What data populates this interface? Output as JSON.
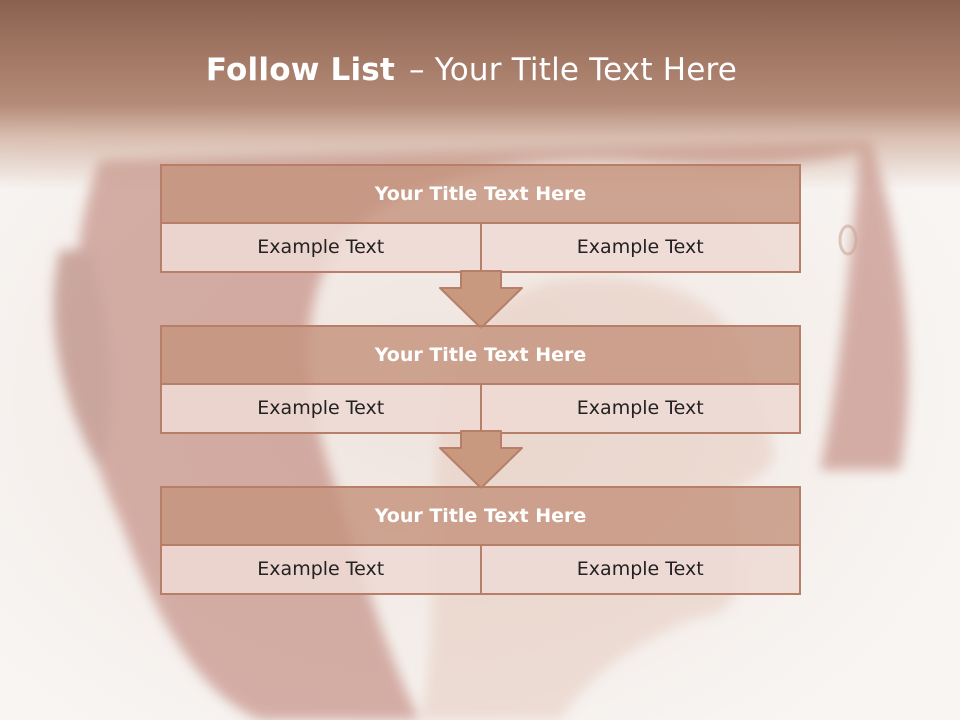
{
  "slide": {
    "title_bold": "Follow List",
    "title_separator": "–",
    "title_rest": "Your Title Text Here"
  },
  "blocks": [
    {
      "title": "Your Title Text Here",
      "cells": [
        "Example Text",
        "Example Text"
      ]
    },
    {
      "title": "Your Title Text Here",
      "cells": [
        "Example Text",
        "Example Text"
      ]
    },
    {
      "title": "Your Title Text Here",
      "cells": [
        "Example Text",
        "Example Text"
      ]
    }
  ],
  "colors": {
    "header": "#a37966",
    "block_title": "#c4947e",
    "block_border": "#b77f68",
    "cell": "#eedad4"
  }
}
